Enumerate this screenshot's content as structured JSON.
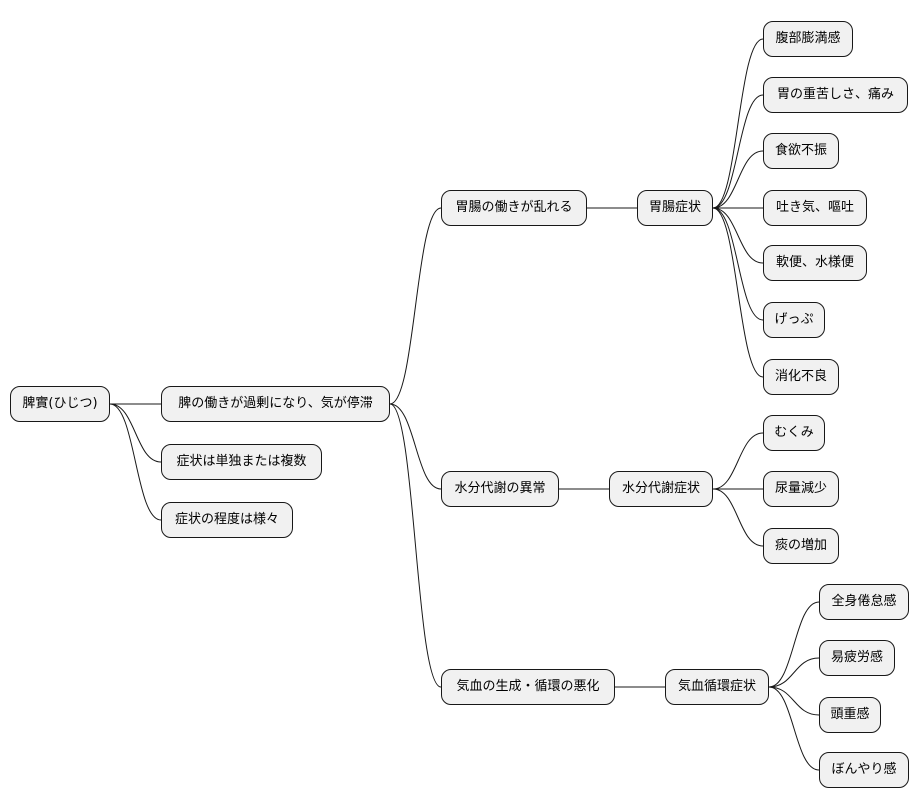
{
  "mindmap": {
    "root": "脾實(ひじつ)",
    "branches": [
      "脾の働きが過剰になり、気が停滞",
      "症状は単独または複数",
      "症状の程度は様々"
    ],
    "mechanisms": [
      "胃腸の働きが乱れる",
      "水分代謝の異常",
      "気血の生成・循環の悪化"
    ],
    "groups": [
      {
        "label": "胃腸症状",
        "items": [
          "腹部膨満感",
          "胃の重苦しさ、痛み",
          "食欲不振",
          "吐き気、嘔吐",
          "軟便、水様便",
          "げっぷ",
          "消化不良"
        ]
      },
      {
        "label": "水分代謝症状",
        "items": [
          "むくみ",
          "尿量減少",
          "痰の増加"
        ]
      },
      {
        "label": "気血循環症状",
        "items": [
          "全身倦怠感",
          "易疲労感",
          "頭重感",
          "ぼんやり感"
        ]
      }
    ]
  },
  "colors": {
    "node_fill": "#f1f1f1",
    "stroke": "#181818",
    "background": "#ffffff"
  }
}
